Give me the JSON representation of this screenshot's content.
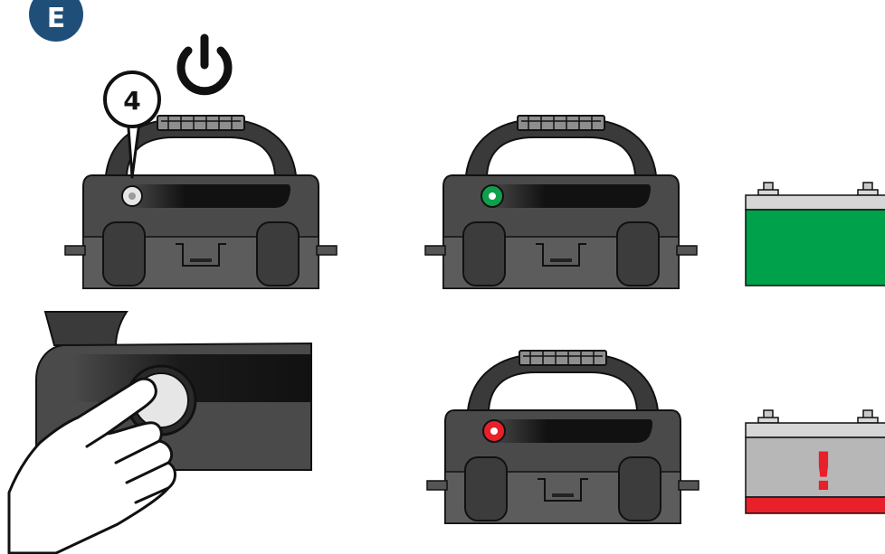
{
  "step_badge": {
    "label": "E",
    "color": "#1f4e79"
  },
  "power_icon": {
    "name": "power-icon"
  },
  "callout": {
    "label": "4"
  },
  "states": [
    {
      "name": "off",
      "led_color": "#e6e6e6"
    },
    {
      "name": "charged",
      "led_color": "#0ea04a",
      "battery_color": "#00a14b"
    },
    {
      "name": "low",
      "led_color": "#e8202a",
      "battery_color": "#b7b7b7",
      "battery_band": "#e8202a"
    }
  ],
  "battery_warning": {
    "label": "!",
    "color": "#e8202a"
  },
  "colors": {
    "case_dark": "#3a3a3a",
    "case_mid": "#4a4a4a",
    "case_light": "#5c5c5c",
    "outline": "#111111"
  }
}
